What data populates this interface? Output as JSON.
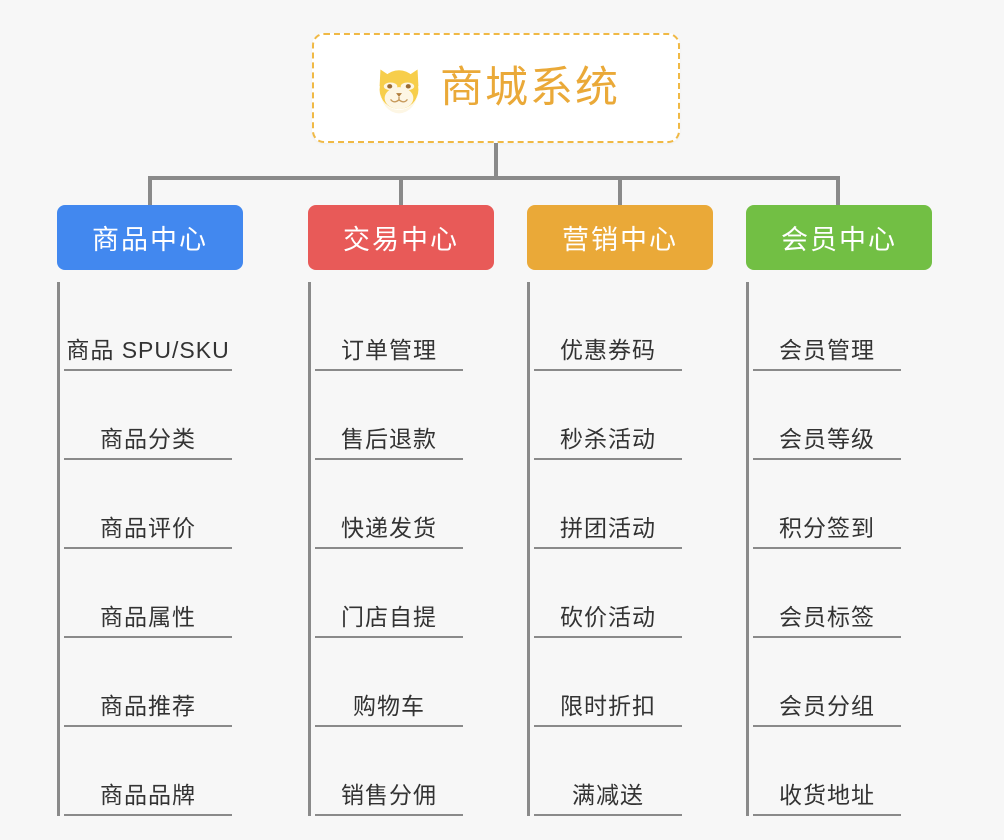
{
  "diagram": {
    "background_color": "#f7f7f7",
    "root": {
      "title": "商城系统",
      "icon": "shiba-dog-icon",
      "title_color": "#eaa938",
      "border_color": "#f0b945"
    },
    "connector_color": "#8a8a8a",
    "columns": [
      {
        "label": "商品中心",
        "color": "#4288ef",
        "items": [
          "商品 SPU/SKU",
          "商品分类",
          "商品评价",
          "商品属性",
          "商品推荐",
          "商品品牌"
        ]
      },
      {
        "label": "交易中心",
        "color": "#e85a58",
        "items": [
          "订单管理",
          "售后退款",
          "快递发货",
          "门店自提",
          "购物车",
          "销售分佣"
        ]
      },
      {
        "label": "营销中心",
        "color": "#eaa938",
        "items": [
          "优惠券码",
          "秒杀活动",
          "拼团活动",
          "砍价活动",
          "限时折扣",
          "满减送"
        ]
      },
      {
        "label": "会员中心",
        "color": "#72bf44",
        "items": [
          "会员管理",
          "会员等级",
          "积分签到",
          "会员标签",
          "会员分组",
          "收货地址"
        ]
      }
    ]
  }
}
